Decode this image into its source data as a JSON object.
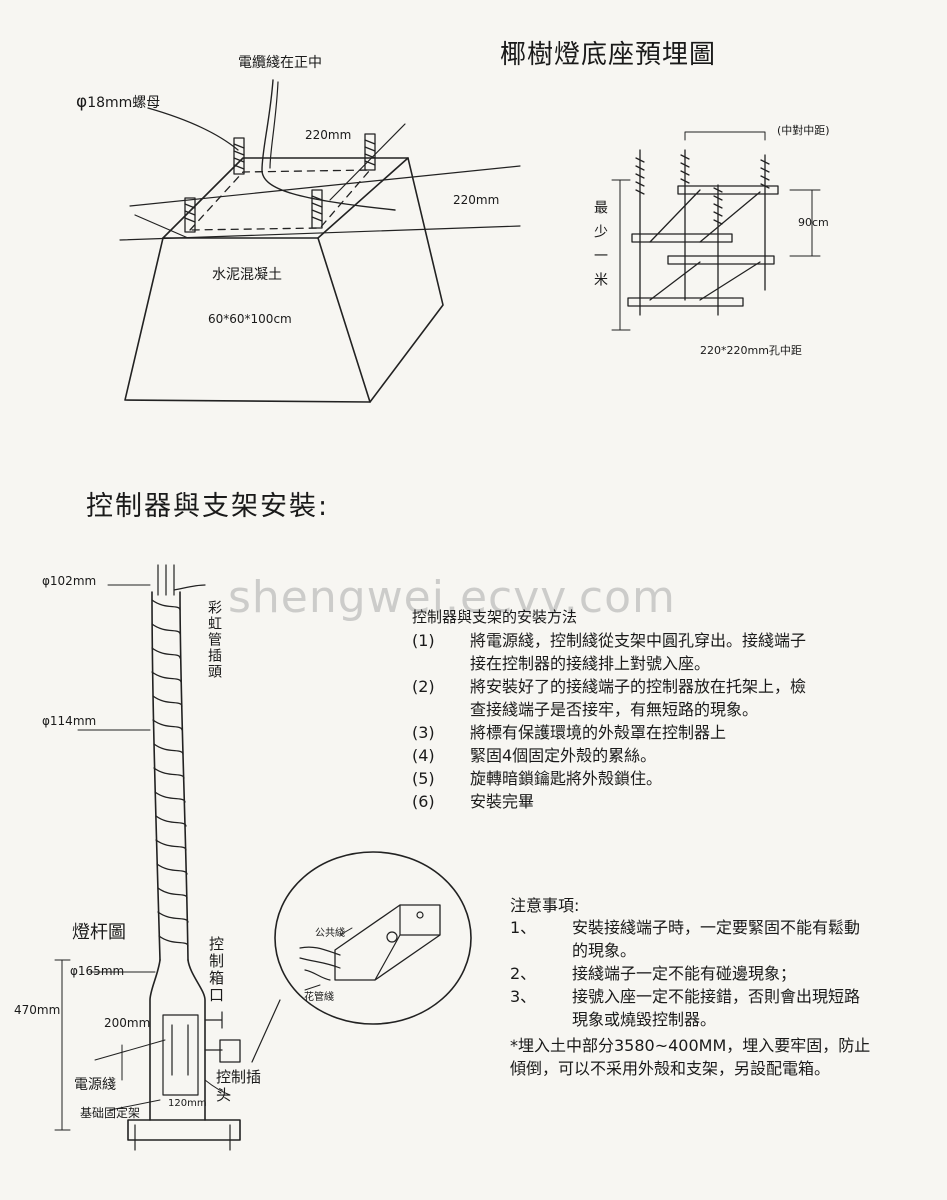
{
  "foundation": {
    "title": "椰樹燈底座預埋圖",
    "cable_center": "電纜綫在正中",
    "nut": "18mm螺母",
    "phi": "φ",
    "dim_top": "220mm",
    "dim_side": "220mm",
    "concrete_label": "水泥混凝土",
    "concrete_size": "60*60*100cm"
  },
  "cage": {
    "center_distance": "(中對中距)",
    "min_label": "最少一米",
    "height": "90cm",
    "hole_spacing": "220*220mm孔中距"
  },
  "section_title": "控制器與支架安裝:",
  "pole": {
    "dia_top": "φ102mm",
    "rainbow_plug": "彩虹管插頭",
    "dia_mid": "φ114mm",
    "pole_drawing": "燈杆圖",
    "box_opening": "控制箱口",
    "dia_bottom": "φ165mm",
    "height": "470mm",
    "dim_200": "200mm",
    "power_cable": "電源綫",
    "control_plug": "控制插头",
    "base_dim": "120mm",
    "base_frame": "基础固定架"
  },
  "detail": {
    "common": "公共綫",
    "flower": "花管綫"
  },
  "watermark": "shengwei.ecvv.com",
  "install": {
    "heading": "控制器與支架的安裝方法",
    "steps": [
      {
        "num": "(1)",
        "lines": [
          "將電源綫，控制綫從支架中圓孔穿出。接綫端子",
          "接在控制器的接綫排上對號入座。"
        ]
      },
      {
        "num": "(2)",
        "lines": [
          "將安裝好了的接綫端子的控制器放在托架上，檢",
          "查接綫端子是否接牢，有無短路的現象。"
        ]
      },
      {
        "num": "(3)",
        "lines": [
          "將標有保護環境的外殻罩在控制器上"
        ]
      },
      {
        "num": "(4)",
        "lines": [
          "緊固4個固定外殻的累絲。"
        ]
      },
      {
        "num": "(5)",
        "lines": [
          "旋轉暗鎖鑰匙將外殻鎖住。"
        ]
      },
      {
        "num": "(6)",
        "lines": [
          "安裝完畢"
        ]
      }
    ]
  },
  "notes": {
    "heading": "注意事項:",
    "items": [
      {
        "num": "1、",
        "lines": [
          "安裝接綫端子時，一定要緊固不能有鬆動",
          "的現象。"
        ]
      },
      {
        "num": "2、",
        "lines": [
          "接綫端子一定不能有碰邊現象；"
        ]
      },
      {
        "num": "3、",
        "lines": [
          "接號入座一定不能接錯，否則會出現短路",
          "現象或燒毀控制器。"
        ]
      }
    ],
    "footer": [
      "*埋入土中部分3580~400MM，埋入要牢固，防止",
      "傾倒，可以不采用外殻和支架，另設配電箱。"
    ]
  }
}
